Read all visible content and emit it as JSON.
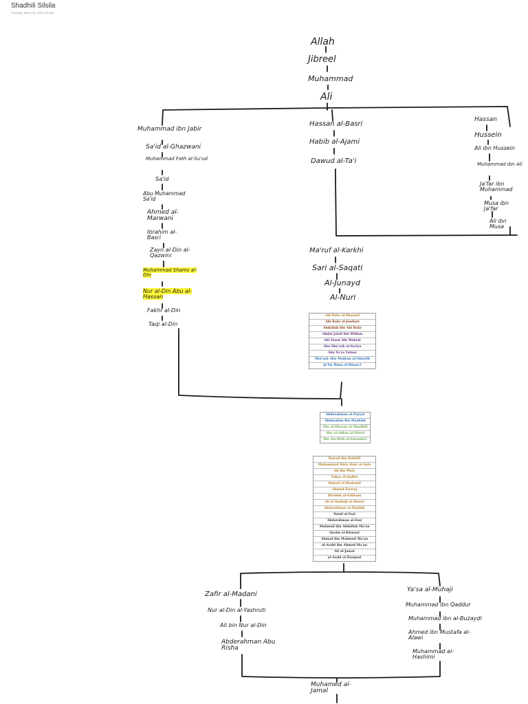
{
  "document": {
    "title": "Shadhili Silsila",
    "date": "Thursday, March 16, 2023        9:20 AM"
  },
  "colors": {
    "ink": "#1a1a1a",
    "highlight": "#fff83a",
    "gold": "#b07a1e",
    "brown": "#8a3a12",
    "purple": "#5a2d82",
    "blue": "#1f68b4",
    "green": "#6aa84f",
    "dark": "#333333"
  },
  "chain": {
    "top": [
      "Allah",
      "Jibreel",
      "Muhammad",
      "Ali"
    ],
    "left_branch": [
      "Muhammad ibn Jabir",
      "Sa'id al-Ghazwani",
      "Muhammad Fath al-Su'ud",
      "Sa'id",
      "Abu Muhammad Sa'id",
      "Ahmed al-Marwani",
      "Ibrahim al-Basri",
      "Zayn al-Din al-Qazwini",
      "Muhammad Shams al-Din",
      "Nur al-Din Abu al-Hassan",
      "Fakhr al-Din",
      "Taqi al-Din"
    ],
    "middle_branch": [
      "Hassan al-Basri",
      "Habib al-Ajami",
      "Dawud al-Ta'i"
    ],
    "right_branch": [
      "Hassan",
      "Hussein",
      "Ali ibn Hussein",
      "Muhammad ibn Ali",
      "Ja'far ibn Muhammad",
      "Musa ibn Ja'far",
      "Ali ibn Musa"
    ],
    "central": [
      "Ma'ruf al-Karkhi",
      "Sari al-Saqati",
      "Al-Junayd",
      "Al-Nuri"
    ],
    "bottom_left": [
      "Zafir al-Madani",
      "Nur al-Din al-Yashruti",
      "Ali bin Nur al-Din",
      "Abderahman Abu Risha"
    ],
    "bottom_right": [
      "Ya'sa al-Muhaji",
      "Muhammad ibn Qaddur",
      "Muhammad ibn al-Buzaydi",
      "Ahmed ibn Mustafa al-Alawi",
      "Muhammad al-Hashimi"
    ],
    "final": "Muhamed al-Jamal"
  },
  "box1": [
    {
      "name": "Abi Bakr al-Shawari",
      "color": "#b07a1e"
    },
    {
      "name": "Abi Bakr al-Jowhari",
      "color": "#8a3a12"
    },
    {
      "name": "Abdallah bin Abi Bakr",
      "color": "#8a3a12"
    },
    {
      "name": "Abdul Jalail bin Wihlan",
      "color": "#5a2d82"
    },
    {
      "name": "Abi Yanur bin Wakrin",
      "color": "#5a2d82"
    },
    {
      "name": "Abu Shu'ayb al-Sariya",
      "color": "#5a2d82"
    },
    {
      "name": "Abu Ya'za Yalnur",
      "color": "#5a2d82"
    },
    {
      "name": "Shu'ayb Abu Madyan al-Ghawth",
      "color": "#1f68b4"
    },
    {
      "name": "Ja'far Buna al-Khaza'i",
      "color": "#1f68b4"
    }
  ],
  "box2": [
    {
      "name": "Abdurahman al-Zayyat",
      "color": "#1f68b4"
    },
    {
      "name": "Abdasalam ibn Mashish",
      "color": "#1f68b4"
    },
    {
      "name": "Abu al-Hassan al-Shadhili",
      "color": "#6aa84f"
    },
    {
      "name": "Abu al-Abbas al-Mursi",
      "color": "#6aa84f"
    },
    {
      "name": "Ibn Ata'illah al-Iskandari",
      "color": "#6aa84f"
    }
  ],
  "box3": [
    {
      "name": "Dawud ibn Bakhili",
      "color": "#b07a1e"
    },
    {
      "name": "Muhammad Wafa Bahr al-Safa",
      "color": "#b07a1e"
    },
    {
      "name": "Ali ibn Wafa",
      "color": "#b07a1e"
    },
    {
      "name": "Yahya al-Qadiri",
      "color": "#b07a1e"
    },
    {
      "name": "Ahmad al-Hadrami",
      "color": "#b07a1e"
    },
    {
      "name": "Ahmed Zarruq",
      "color": "#b07a1e"
    },
    {
      "name": "Ibrahim al-Fahham",
      "color": "#b07a1e"
    },
    {
      "name": "Ali al-Sanhaji al-Dawar",
      "color": "#b07a1e"
    },
    {
      "name": "Abdarahman al-Majdub",
      "color": "#b07a1e"
    },
    {
      "name": "Yusuf al-Fasi",
      "color": "#333333"
    },
    {
      "name": "Abdarahman al-Fasi",
      "color": "#333333"
    },
    {
      "name": "Mahmud ibn Abdallah Ma'an",
      "color": "#333333"
    },
    {
      "name": "Qasim al-Khasasi",
      "color": "#333333"
    },
    {
      "name": "Ahmad ibn Mahmud Ma'an",
      "color": "#333333"
    },
    {
      "name": "al-Arabi ibn Ahmad Ma'an",
      "color": "#333333"
    },
    {
      "name": "Ali al-Jamal",
      "color": "#333333"
    },
    {
      "name": "al-Arabi al-Darqawi",
      "color": "#333333"
    }
  ]
}
